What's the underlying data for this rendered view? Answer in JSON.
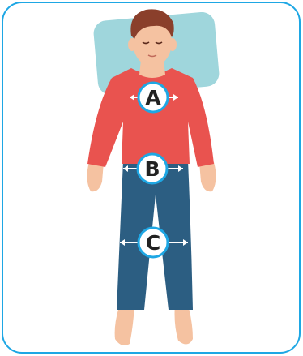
{
  "colors": {
    "frame": "#1ea7e4",
    "pillow": "#9fd6dc",
    "skin": "#f5c2a1",
    "skin_shade": "#e9a986",
    "hair": "#8a3f2b",
    "shirt": "#e9534f",
    "pants": "#2c5e82",
    "marker_ring": "#1ea7e4",
    "marker_text": "#222222"
  },
  "markers": [
    {
      "label": "A",
      "name": "chest"
    },
    {
      "label": "B",
      "name": "waist"
    },
    {
      "label": "C",
      "name": "leg"
    }
  ]
}
